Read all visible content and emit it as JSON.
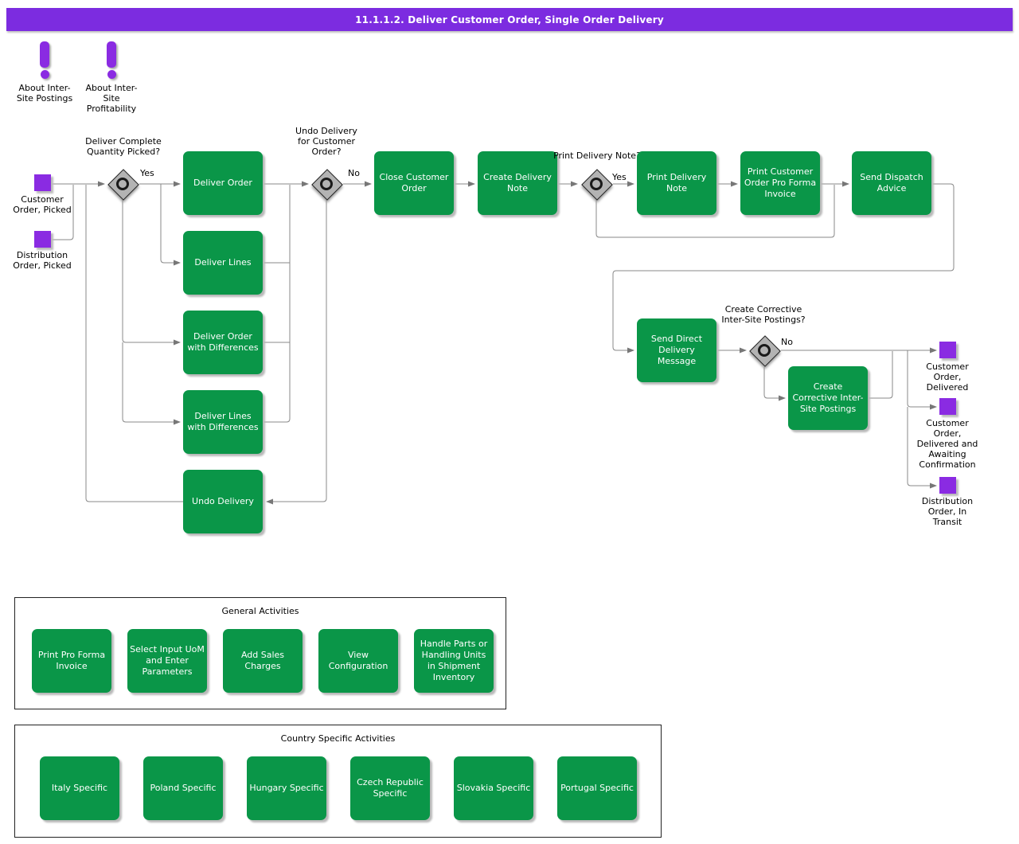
{
  "title": "11.1.1.2. Deliver Customer Order, Single Order Delivery",
  "info_links": [
    {
      "label": "About Inter-Site Postings"
    },
    {
      "label": "About Inter-Site Profitability"
    }
  ],
  "start_events": [
    {
      "label": "Customer Order, Picked"
    },
    {
      "label": "Distribution Order, Picked"
    }
  ],
  "end_events": [
    {
      "label": "Customer Order, Delivered"
    },
    {
      "label": "Customer Order, Delivered and Awaiting Confirmation"
    },
    {
      "label": "Distribution Order, In Transit"
    }
  ],
  "decisions": [
    {
      "question": "Deliver Complete Quantity Picked?",
      "branch_label": "Yes"
    },
    {
      "question": "Undo Delivery for Customer Order?",
      "branch_label": "No"
    },
    {
      "question": "Print Delivery Note?",
      "branch_label": "Yes"
    },
    {
      "question": "Create Corrective Inter-Site Postings?",
      "branch_label": "No"
    }
  ],
  "activities": [
    "Deliver Order",
    "Deliver Lines",
    "Deliver Order with Differences",
    "Deliver Lines with Differences",
    "Undo Delivery",
    "Close Customer Order",
    "Create Delivery Note",
    "Print Delivery Note",
    "Print Customer Order Pro Forma Invoice",
    "Send Dispatch Advice",
    "Send Direct Delivery Message",
    "Create Corrective Inter-Site Postings"
  ],
  "general_activities": {
    "title": "General Activities",
    "items": [
      "Print Pro Forma Invoice",
      "Select Input UoM and Enter Parameters",
      "Add Sales Charges",
      "View Configuration",
      "Handle Parts or Handling Units in Shipment Inventory"
    ]
  },
  "country_specific_activities": {
    "title": "Country Specific Activities",
    "items": [
      "Italy Specific",
      "Poland Specific",
      "Hungary Specific",
      "Czech Republic Specific",
      "Slovakia Specific",
      "Portugal Specific"
    ]
  },
  "colors": {
    "header_bg": "#7c2ce0",
    "event_purple": "#8a2be2",
    "activity_green": "#0a9648",
    "decision_gray": "#b3b3b3",
    "connector_gray": "#888888"
  }
}
